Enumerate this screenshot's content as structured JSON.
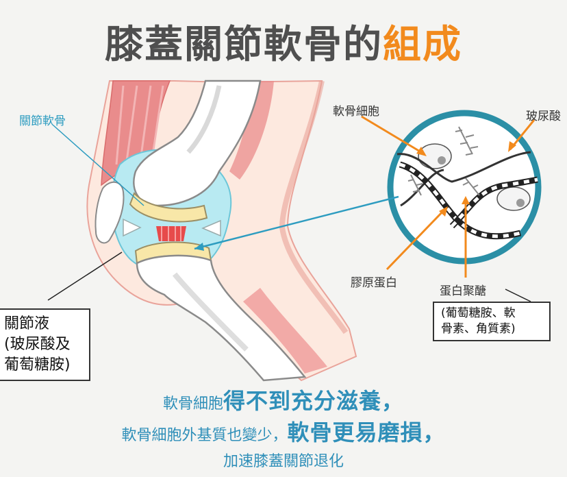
{
  "title": {
    "main": "膝蓋關節軟骨的",
    "accent": "組成"
  },
  "labels": {
    "articular_cartilage": "關節軟骨",
    "chondrocyte": "軟骨細胞",
    "hyaluronic_acid": "玻尿酸",
    "collagen": "膠原蛋白",
    "proteoglycan": "蛋白聚醣"
  },
  "synovial_box": {
    "line1": "關節液",
    "line2": "(玻尿酸及",
    "line3": "葡萄糖胺)"
  },
  "proteoglycan_box": {
    "line1": "(葡萄糖胺、軟",
    "line2": "骨素、角質素)"
  },
  "bottom": {
    "line1_normal": "軟骨細胞",
    "line1_bold": "得不到充分滋養，",
    "line2_normal": "軟骨細胞外基質也變少，",
    "line2_bold": "軟骨更易磨損，",
    "line3": "加速膝蓋關節退化"
  },
  "colors": {
    "title_gray": "#4f4f4f",
    "accent_orange": "#f28a1d",
    "teal": "#2d9cc0",
    "cyan_fluid": "#b8eaf2",
    "cartilage_yellow": "#f8e7a8",
    "muscle_red": "#e05a5a"
  }
}
